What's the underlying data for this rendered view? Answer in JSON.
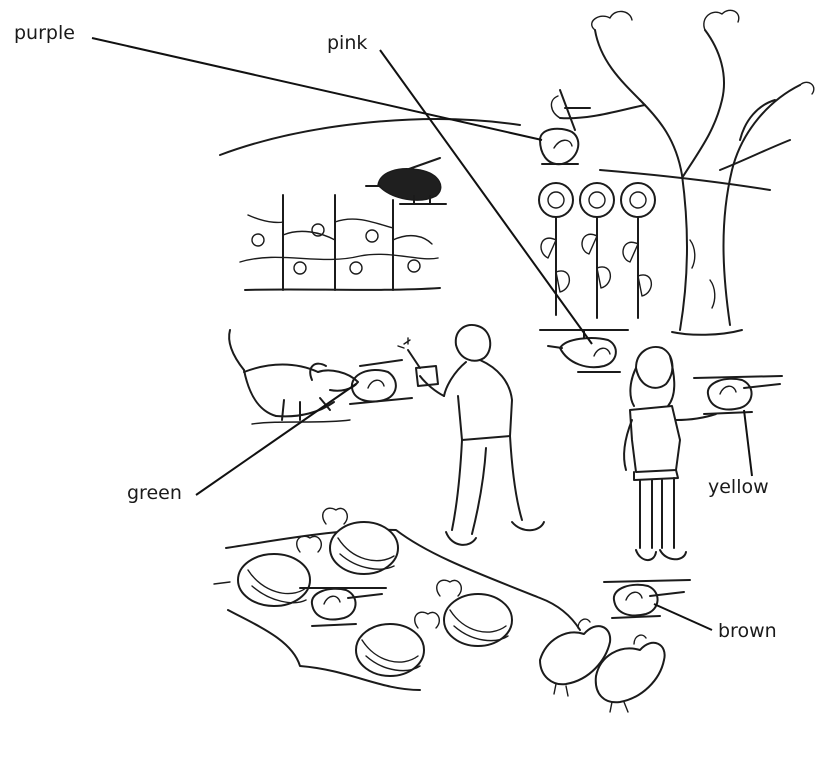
{
  "labels": {
    "purple": "purple",
    "pink": "pink",
    "green": "green",
    "yellow": "yellow",
    "brown": "brown"
  },
  "colors": {
    "ink": "#1b1b1b",
    "background": "#ffffff"
  }
}
